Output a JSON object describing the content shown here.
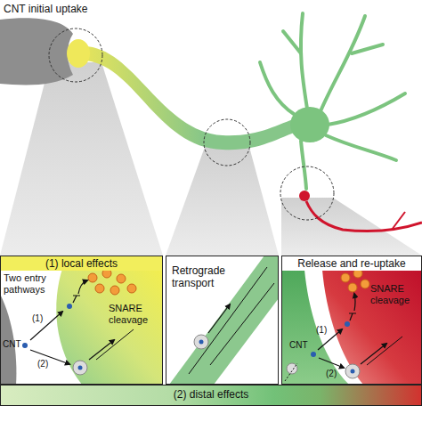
{
  "diagram": {
    "nodes": [
      {
        "text": [
          "(1) local effects"
        ]
      },
      {
        "text": [
          "Retrograde transport"
        ]
      },
      {
        "text": [
          "Release and re-uptake"
        ]
      },
      {
        "text": [
          "(2) distal effects"
        ]
      }
    ],
    "labels": [
      "CNT initial uptake",
      "Two entry pathways",
      "SNARE cleavage",
      "(1)",
      "(2)",
      "CNT",
      "SNARE cleavage",
      "(1)",
      "(2)",
      "CNT"
    ]
  }
}
